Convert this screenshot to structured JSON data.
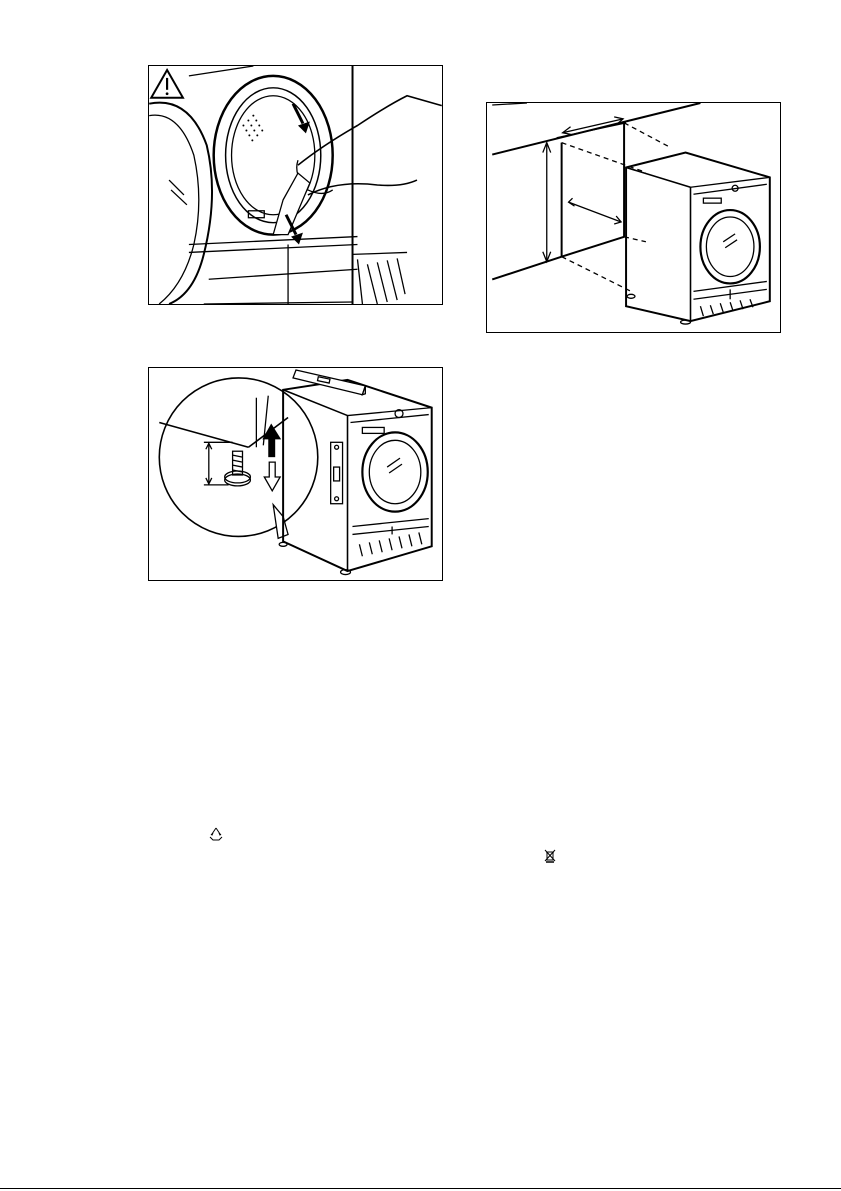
{
  "document": {
    "figures": [
      {
        "name": "packaging-removal-figure",
        "icons": [
          "warning-icon",
          "arrow-icon"
        ]
      },
      {
        "name": "installation-niche-figure",
        "icons": [
          "dimension-arrow-icon"
        ]
      },
      {
        "name": "foot-leveling-figure",
        "icons": [
          "arrow-up-icon",
          "arrow-down-icon",
          "spirit-level-icon"
        ]
      }
    ],
    "symbols": [
      "recycle-icon",
      "weee-bin-icon"
    ]
  }
}
